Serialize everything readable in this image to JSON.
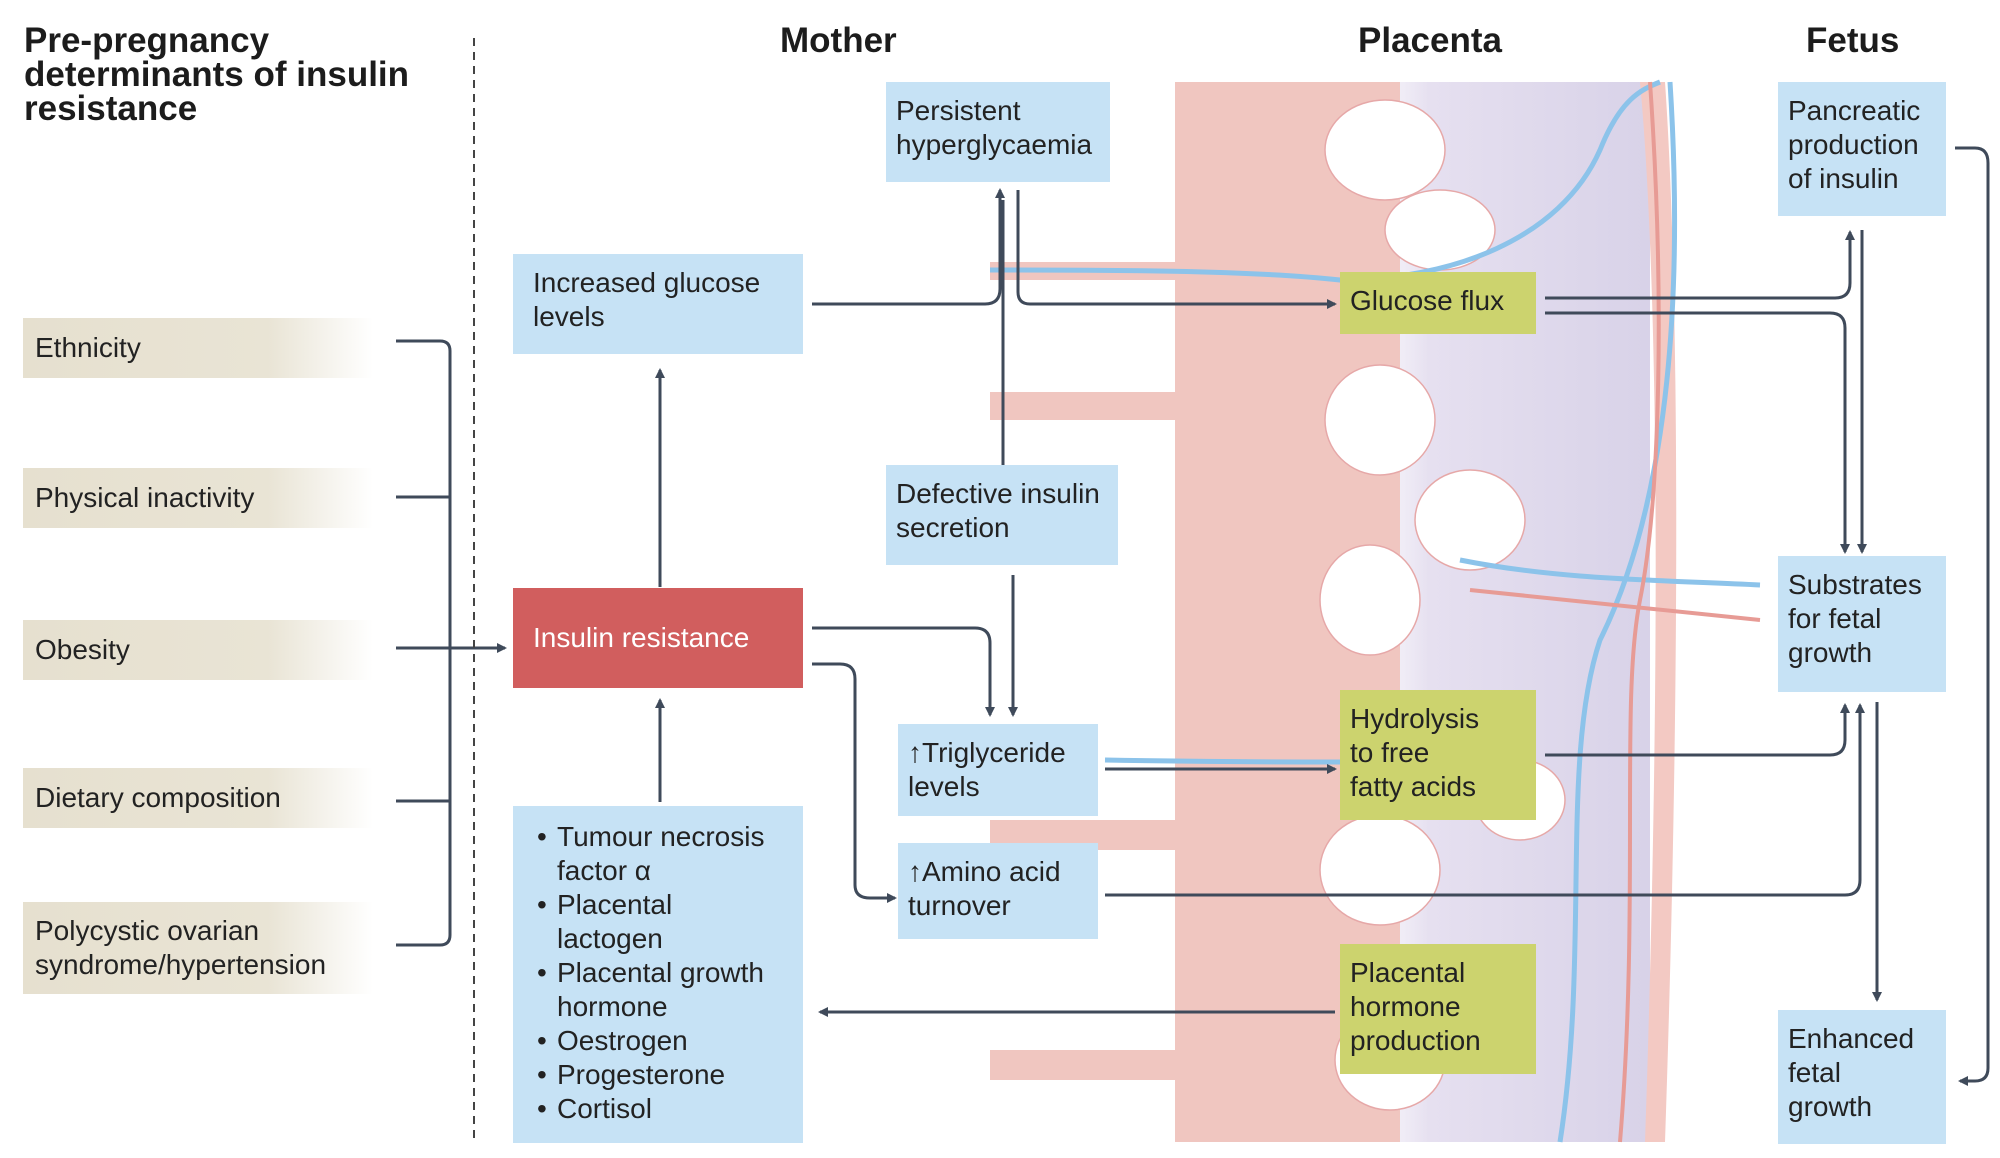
{
  "columns": {
    "pre_pregnancy": "Pre-pregnancy\ndeterminants of insulin\nresistance",
    "mother": "Mother",
    "placenta": "Placenta",
    "fetus": "Fetus"
  },
  "determinants": [
    "Ethnicity",
    "Physical inactivity",
    "Obesity",
    "Dietary composition",
    "Polycystic ovarian\nsyndrome/hypertension"
  ],
  "mother": {
    "persistent_hyperglycaemia": "Persistent\nhyperglycaemia",
    "increased_glucose": "Increased glucose\nlevels",
    "defective_insulin": "Defective insulin\nsecretion",
    "insulin_resistance": "Insulin resistance",
    "triglyceride": "↑Triglyceride\nlevels",
    "amino_acid": "↑Amino acid\nturnover",
    "factors": [
      "Tumour necrosis\nfactor α",
      "Placental\nlactogen",
      "Placental growth\nhormone",
      "Oestrogen",
      "Progesterone",
      "Cortisol"
    ]
  },
  "placenta": {
    "glucose_flux": "Glucose flux",
    "hydrolysis": "Hydrolysis\nto free\nfatty acids",
    "hormone_production": "Placental\nhormone\nproduction"
  },
  "fetus": {
    "pancreatic": "Pancreatic\nproduction\nof insulin",
    "substrates": "Substrates\nfor fetal\ngrowth",
    "enhanced": "Enhanced\nfetal\ngrowth"
  },
  "colors": {
    "blue_box": "#c6e2f5",
    "green_box": "#ccd36e",
    "red_box": "#d15e5e",
    "determinant_box": "#e6e0cf",
    "arrow": "#3f4a5a",
    "placenta_pink": "#f0c6c0",
    "placenta_purple": "#dcd6ea",
    "vessel_blue": "#8cc3ea"
  }
}
